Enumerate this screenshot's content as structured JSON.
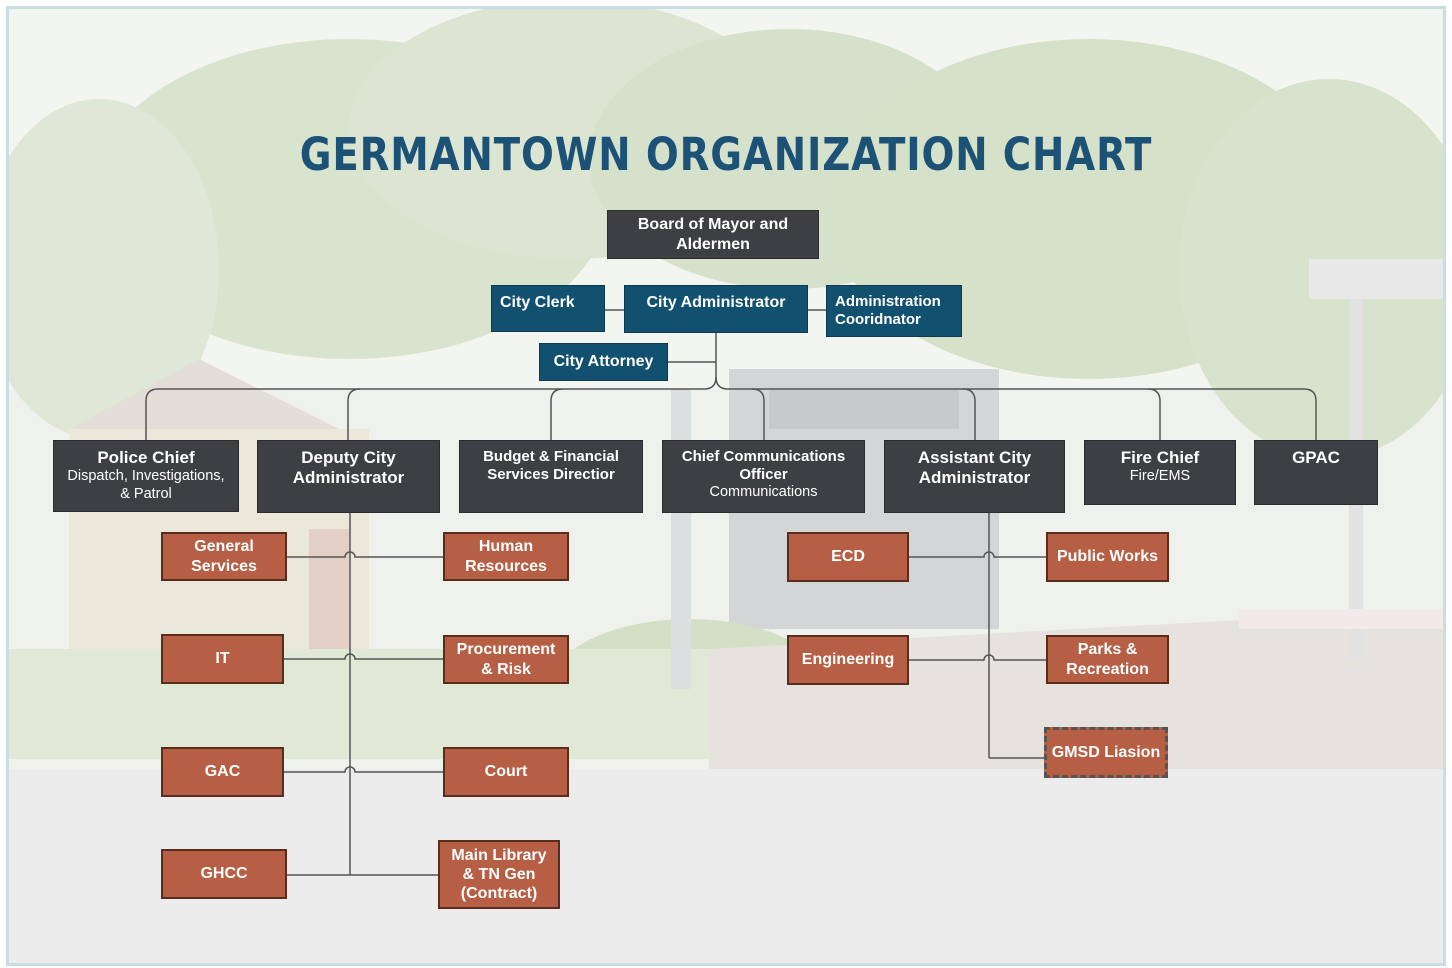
{
  "title": "GERMANTOWN ORGANIZATION CHART",
  "colors": {
    "title": "#1d5277",
    "leadership_box": "#3d3f42",
    "admin_box": "#11506f",
    "department_box": "#b65f45",
    "connector": "#555555"
  },
  "top": {
    "board": "Board of Mayor and Aldermen",
    "city_clerk": "City Clerk",
    "city_administrator": "City Administrator",
    "admin_coordinator": "Administration Cooridnator",
    "city_attorney": "City Attorney"
  },
  "leaders": {
    "police": {
      "title": "Police Chief",
      "sub": "Dispatch, Investigations, & Patrol"
    },
    "deputy": {
      "title": "Deputy City Administrator"
    },
    "budget": {
      "title": "Budget & Financial Services Directior"
    },
    "comms": {
      "title": "Chief Communications Officer",
      "sub": "Communications"
    },
    "assistant": {
      "title": "Assistant City Administrator"
    },
    "fire": {
      "title": "Fire Chief",
      "sub": "Fire/EMS"
    },
    "gpac": {
      "title": "GPAC"
    }
  },
  "deputy_depts": {
    "general_services": "General Services",
    "human_resources": "Human Resources",
    "it": "IT",
    "procurement": "Procurement & Risk",
    "gac": "GAC",
    "court": "Court",
    "ghcc": "GHCC",
    "library": "Main Library & TN Gen (Contract)"
  },
  "assistant_depts": {
    "ecd": "ECD",
    "public_works": "Public Works",
    "engineering": "Engineering",
    "parks": "Parks & Recreation",
    "gmsd": "GMSD Liasion"
  }
}
